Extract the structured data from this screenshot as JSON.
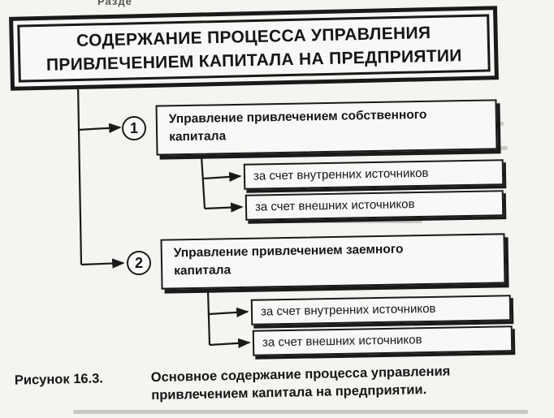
{
  "header_fragment": "Разде",
  "title": {
    "line1": "СОДЕРЖАНИЕ ПРОЦЕССА УПРАВЛЕНИЯ",
    "line2": "ПРИВЛЕЧЕНИЕМ КАПИТАЛА НА ПРЕДПРИЯТИИ"
  },
  "branches": [
    {
      "number": "1",
      "label_line1": "Управление привлечением собственного",
      "label_line2": "капитала",
      "sources": [
        "за счет внутренних источников",
        "за счет внешних источников"
      ]
    },
    {
      "number": "2",
      "label_line1": "Управление привлечением заемного",
      "label_line2": "капитала",
      "sources": [
        "за счет внутренних источников",
        "за счет внешних источников"
      ]
    }
  ],
  "caption": {
    "label": "Рисунок 16.3.",
    "line1": "Основное содержание процесса управления",
    "line2": "привлечением капитала на предприятии."
  }
}
